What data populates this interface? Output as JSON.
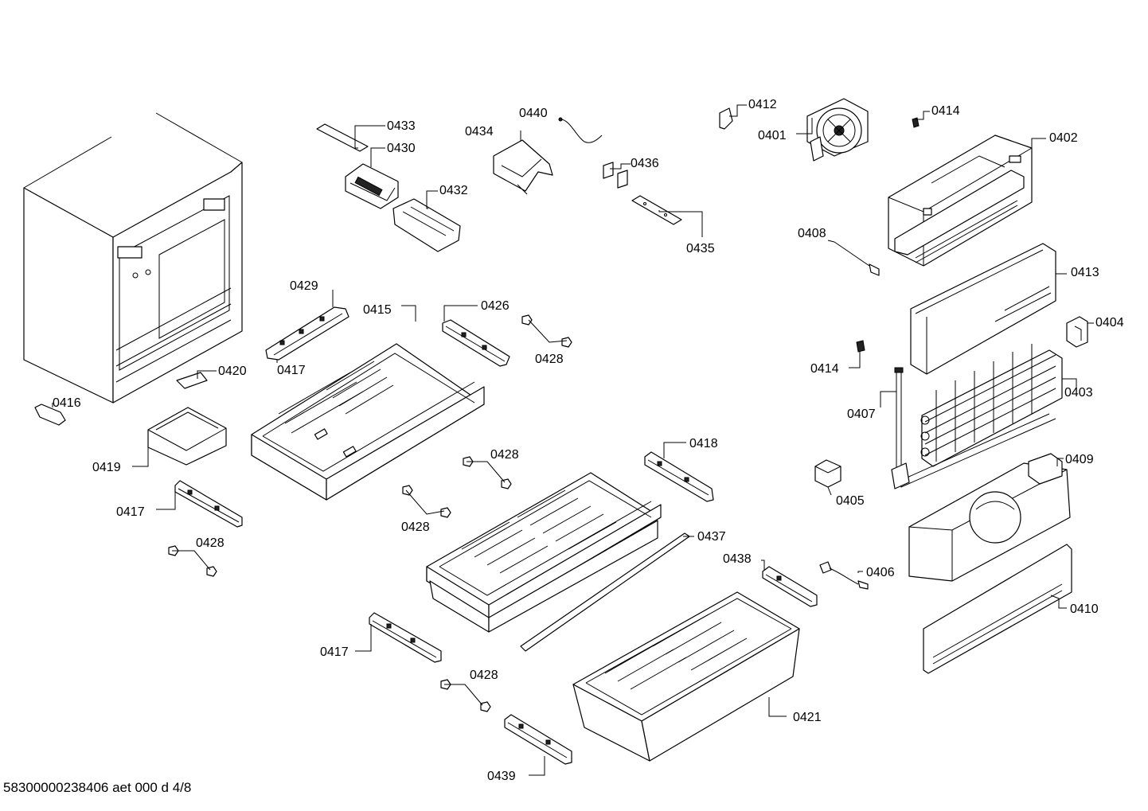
{
  "footer": "58300000238406 aet 000 d 4/8",
  "labels": {
    "l0433": "0433",
    "l0430": "0430",
    "l0432": "0432",
    "l0440": "0440",
    "l0434": "0434",
    "l0436": "0436",
    "l0435": "0435",
    "l0412": "0412",
    "l0401": "0401",
    "l0414a": "0414",
    "l0402": "0402",
    "l0408": "0408",
    "l0413": "0413",
    "l0404": "0404",
    "l0414b": "0414",
    "l0403": "0403",
    "l0407": "0407",
    "l0409": "0409",
    "l0405": "0405",
    "l0406": "0406",
    "l0410": "0410",
    "l0429": "0429",
    "l0415": "0415",
    "l0426": "0426",
    "l0428a": "0428",
    "l0417a": "0417",
    "l0420": "0420",
    "l0416": "0416",
    "l0419": "0419",
    "l0417b": "0417",
    "l0428b": "0428",
    "l0428c": "0428",
    "l0428d": "0428",
    "l0418": "0418",
    "l0437": "0437",
    "l0438": "0438",
    "l0417c": "0417",
    "l0428e": "0428",
    "l0421": "0421",
    "l0439": "0439"
  }
}
